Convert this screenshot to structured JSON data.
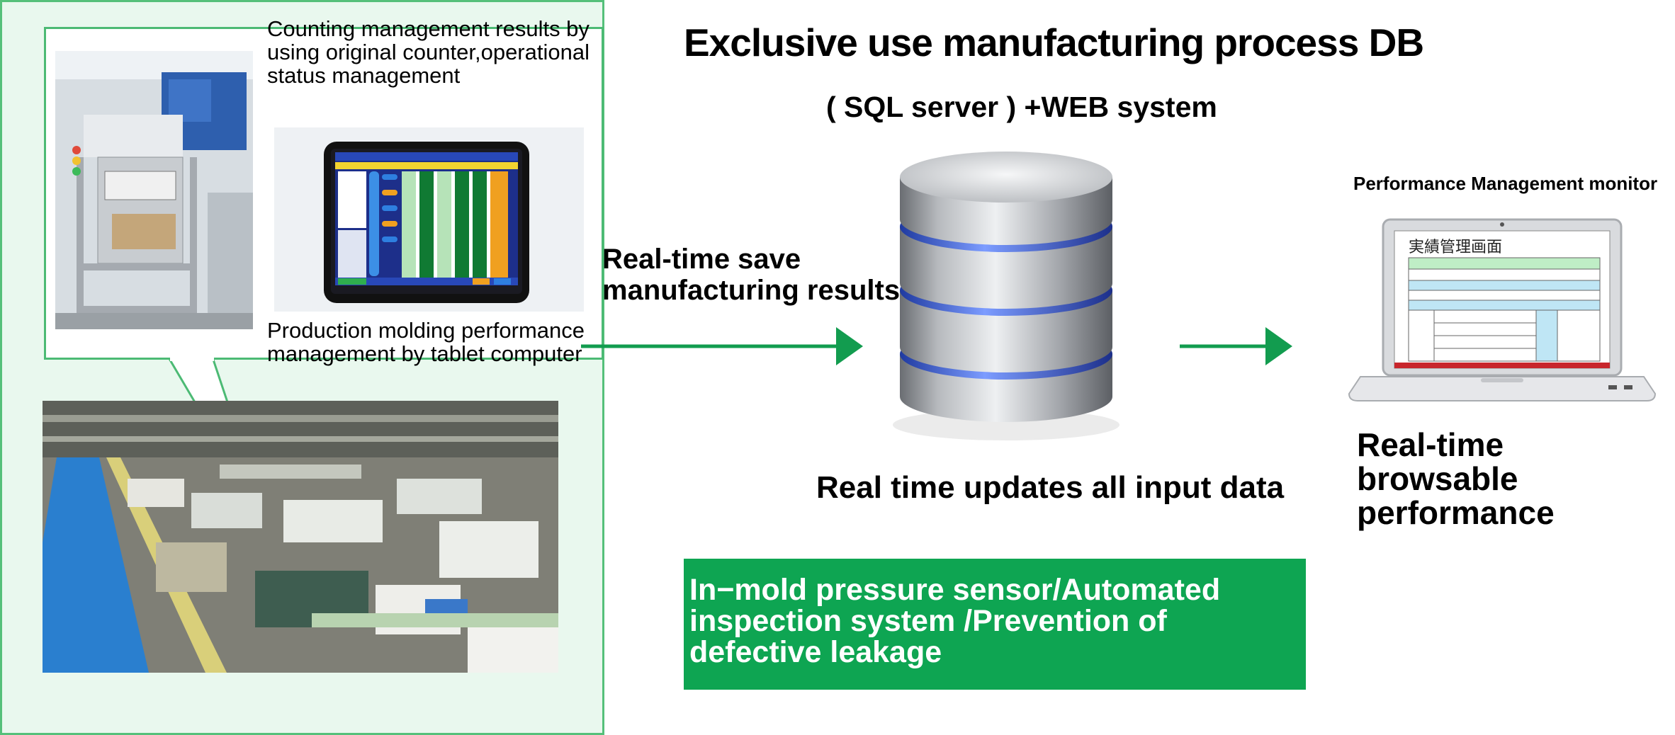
{
  "title": "Exclusive use manufacturing process DB",
  "subtitle": "( SQL server ) +WEB system",
  "left_panel": {
    "counting_text": "Counting management results by using original counter,operational status management",
    "tablet_text": "Production molding performance management by tablet computer"
  },
  "center": {
    "realtime_save": "Real-time save manufacturing results",
    "realtime_updates": "Real time updates all input data",
    "green_box_text": "In−mold pressure sensor/Automated inspection system /Prevention of defective leakage"
  },
  "right": {
    "monitor_label": "Performance Management monitor",
    "screen_title": "実績管理画面",
    "browsable_text": "Real-time browsable performance"
  },
  "colors": {
    "panel_bg": "#e9f8ee",
    "panel_border": "#55c07a",
    "arrow": "#129c4f",
    "green_box": "#0ea552",
    "db_band": "#4d72e8"
  },
  "icons": {
    "database": "database-cylinder-icon",
    "laptop": "laptop-icon",
    "tablet": "tablet-icon"
  }
}
